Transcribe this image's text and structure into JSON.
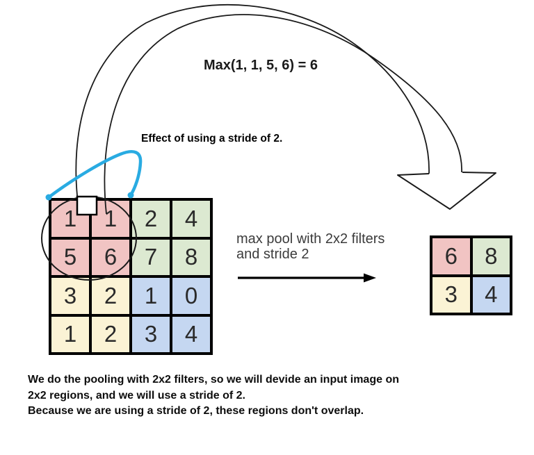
{
  "figure": {
    "max_formula": "Max(1, 1, 5, 6) = 6",
    "stride_note": "Effect of using a stride of 2.",
    "pool_label": {
      "line1": "max pool with 2x2 filters",
      "line2": "and stride 2"
    },
    "caption": {
      "line1": "We do the pooling with 2x2 filters, so we will devide an input image on",
      "line2": "2x2 regions, and we will use a stride of 2.",
      "line3": "Because we are using a stride of 2, these regions don't overlap."
    }
  },
  "input_matrix": {
    "rows": [
      [
        1,
        1,
        2,
        4
      ],
      [
        5,
        6,
        7,
        8
      ],
      [
        3,
        2,
        1,
        0
      ],
      [
        1,
        2,
        3,
        4
      ]
    ],
    "cell_colors": [
      [
        "pink",
        "pink",
        "green",
        "green"
      ],
      [
        "pink",
        "pink",
        "green",
        "green"
      ],
      [
        "yellow",
        "yellow",
        "blue",
        "blue"
      ],
      [
        "yellow",
        "yellow",
        "blue",
        "blue"
      ]
    ]
  },
  "output_matrix": {
    "rows": [
      [
        6,
        8
      ],
      [
        3,
        4
      ]
    ],
    "cell_colors": [
      [
        "pink",
        "green"
      ],
      [
        "yellow",
        "blue"
      ]
    ]
  },
  "colors": {
    "pink": "#f1c4c3",
    "green": "#dce9d1",
    "yellow": "#fbf3d5",
    "blue": "#c5d7f1",
    "highlight_blue": "#29abe2",
    "line_black": "#1a1a1a"
  }
}
